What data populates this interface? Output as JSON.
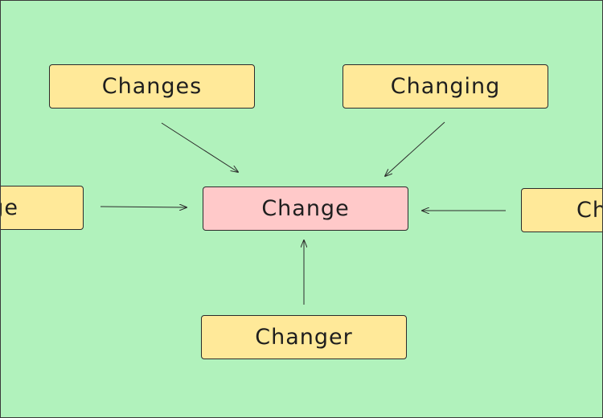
{
  "diagram": {
    "center": "Change",
    "nodes": {
      "changes": "Changes",
      "changing": "Changing",
      "changer": "Changer",
      "left_partial": "ge",
      "right_partial": "Ch"
    }
  },
  "colors": {
    "background": "#b1f2bc",
    "node_fill": "#ffe999",
    "center_fill": "#ffc9c9",
    "stroke": "#2b2b2b"
  }
}
